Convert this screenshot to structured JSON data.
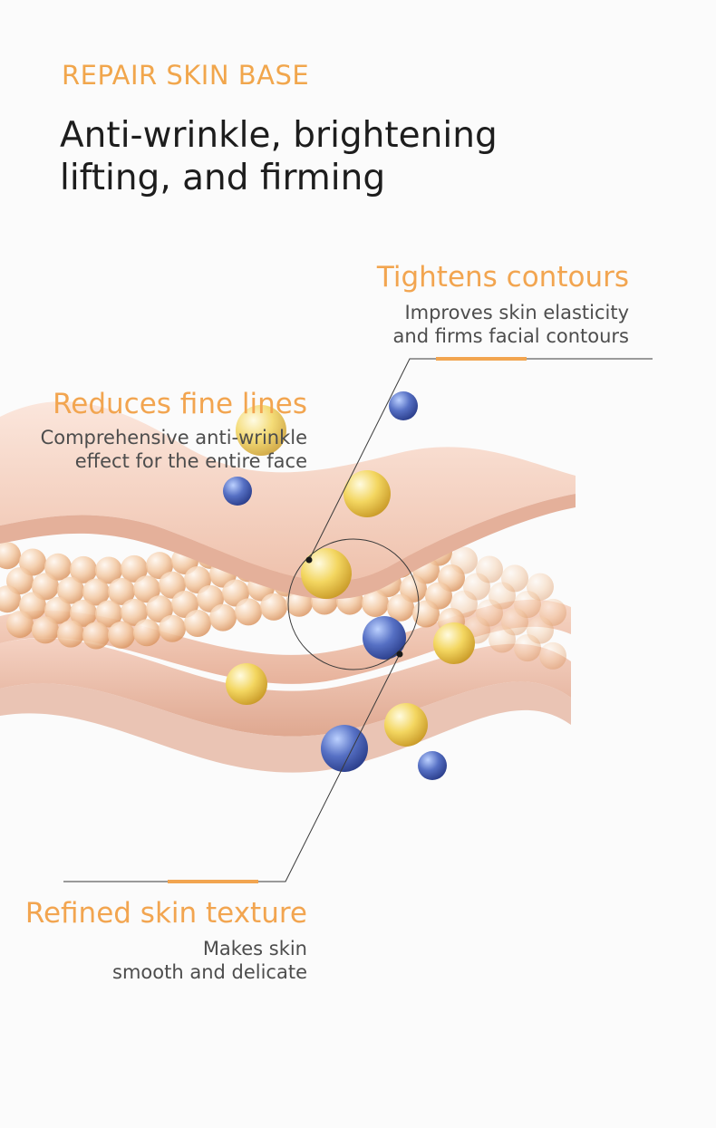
{
  "header": {
    "eyebrow": "REPAIR SKIN BASE",
    "headline_line1": "Anti-wrinkle, brightening",
    "headline_line2": "lifting, and firming"
  },
  "features": [
    {
      "title": "Tightens contours",
      "desc_line1": "Improves skin elasticity",
      "desc_line2": "and firms facial contours"
    },
    {
      "title": "Reduces fine lines",
      "desc_line1": "Comprehensive anti-wrinkle",
      "desc_line2": "effect for the entire face"
    },
    {
      "title": "Refined skin texture",
      "desc_line1": "Makes skin",
      "desc_line2": "smooth and delicate"
    }
  ],
  "colors": {
    "accent": "#f2a550",
    "heading": "#1d1d1d",
    "body_text": "#4d4d4d",
    "skin_layer": "#f6d2c2",
    "capsule_gold": "#f2d05a",
    "capsule_blue": "#4e65b8"
  }
}
